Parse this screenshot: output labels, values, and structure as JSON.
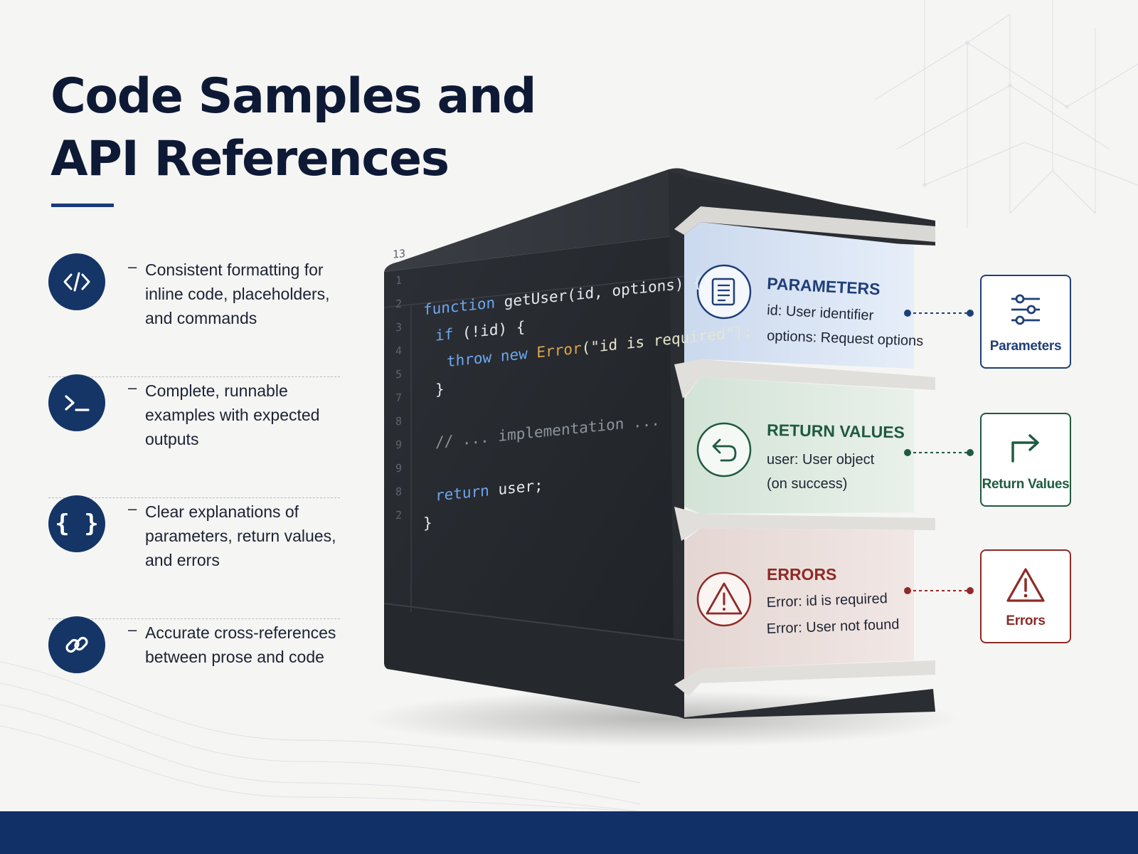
{
  "title": {
    "line1": "Code Samples and",
    "line2": "API References"
  },
  "features": [
    {
      "icon": "code-brackets-icon",
      "text": "Consistent formatting for inline code, placeholders, and commands"
    },
    {
      "icon": "terminal-prompt-icon",
      "text": "Complete, runnable examples with expected outputs"
    },
    {
      "icon": "curly-braces-icon",
      "text": "Clear explanations of parameters, return values, and errors"
    },
    {
      "icon": "link-chain-icon",
      "text": "Accurate cross-references between prose and code"
    }
  ],
  "editor": {
    "header_line_number": "13",
    "gutter": [
      "1",
      "2",
      "3",
      "4",
      "5",
      "7",
      "8",
      "9",
      "9",
      "8",
      "2"
    ],
    "code": {
      "l1_kw": "function",
      "l1_rest": " getUser(id, options) {",
      "l2_kw": "if",
      "l2_rest": " (!id) {",
      "l3_kw": "throw new",
      "l3_err": " Error",
      "l3_str": "(\"id is required\");",
      "l4": "}",
      "l6": "// ... implementation ...",
      "l8_kw": "return",
      "l8_rest": " user;",
      "l9": "}"
    }
  },
  "panels": {
    "parameters": {
      "title": "PARAMETERS",
      "lines": [
        "id: User identifier",
        "options: Request options"
      ],
      "icon": "list-document-icon",
      "color": "#1f3f78"
    },
    "return_values": {
      "title": "RETURN VALUES",
      "lines": [
        "user: User object",
        "(on success)"
      ],
      "icon": "return-arrow-icon",
      "color": "#1f5a40"
    },
    "errors": {
      "title": "ERRORS",
      "lines": [
        "Error: id is required",
        "Error: User not found"
      ],
      "icon": "warning-triangle-icon",
      "color": "#8e2a26"
    }
  },
  "side_cards": [
    {
      "label": "Parameters",
      "icon": "sliders-icon",
      "color": "#1f3f78"
    },
    {
      "label": "Return Values",
      "icon": "turn-right-arrow-icon",
      "color": "#1f5a40"
    },
    {
      "label": "Errors",
      "icon": "warning-triangle-icon",
      "color": "#8e2a26"
    }
  ]
}
